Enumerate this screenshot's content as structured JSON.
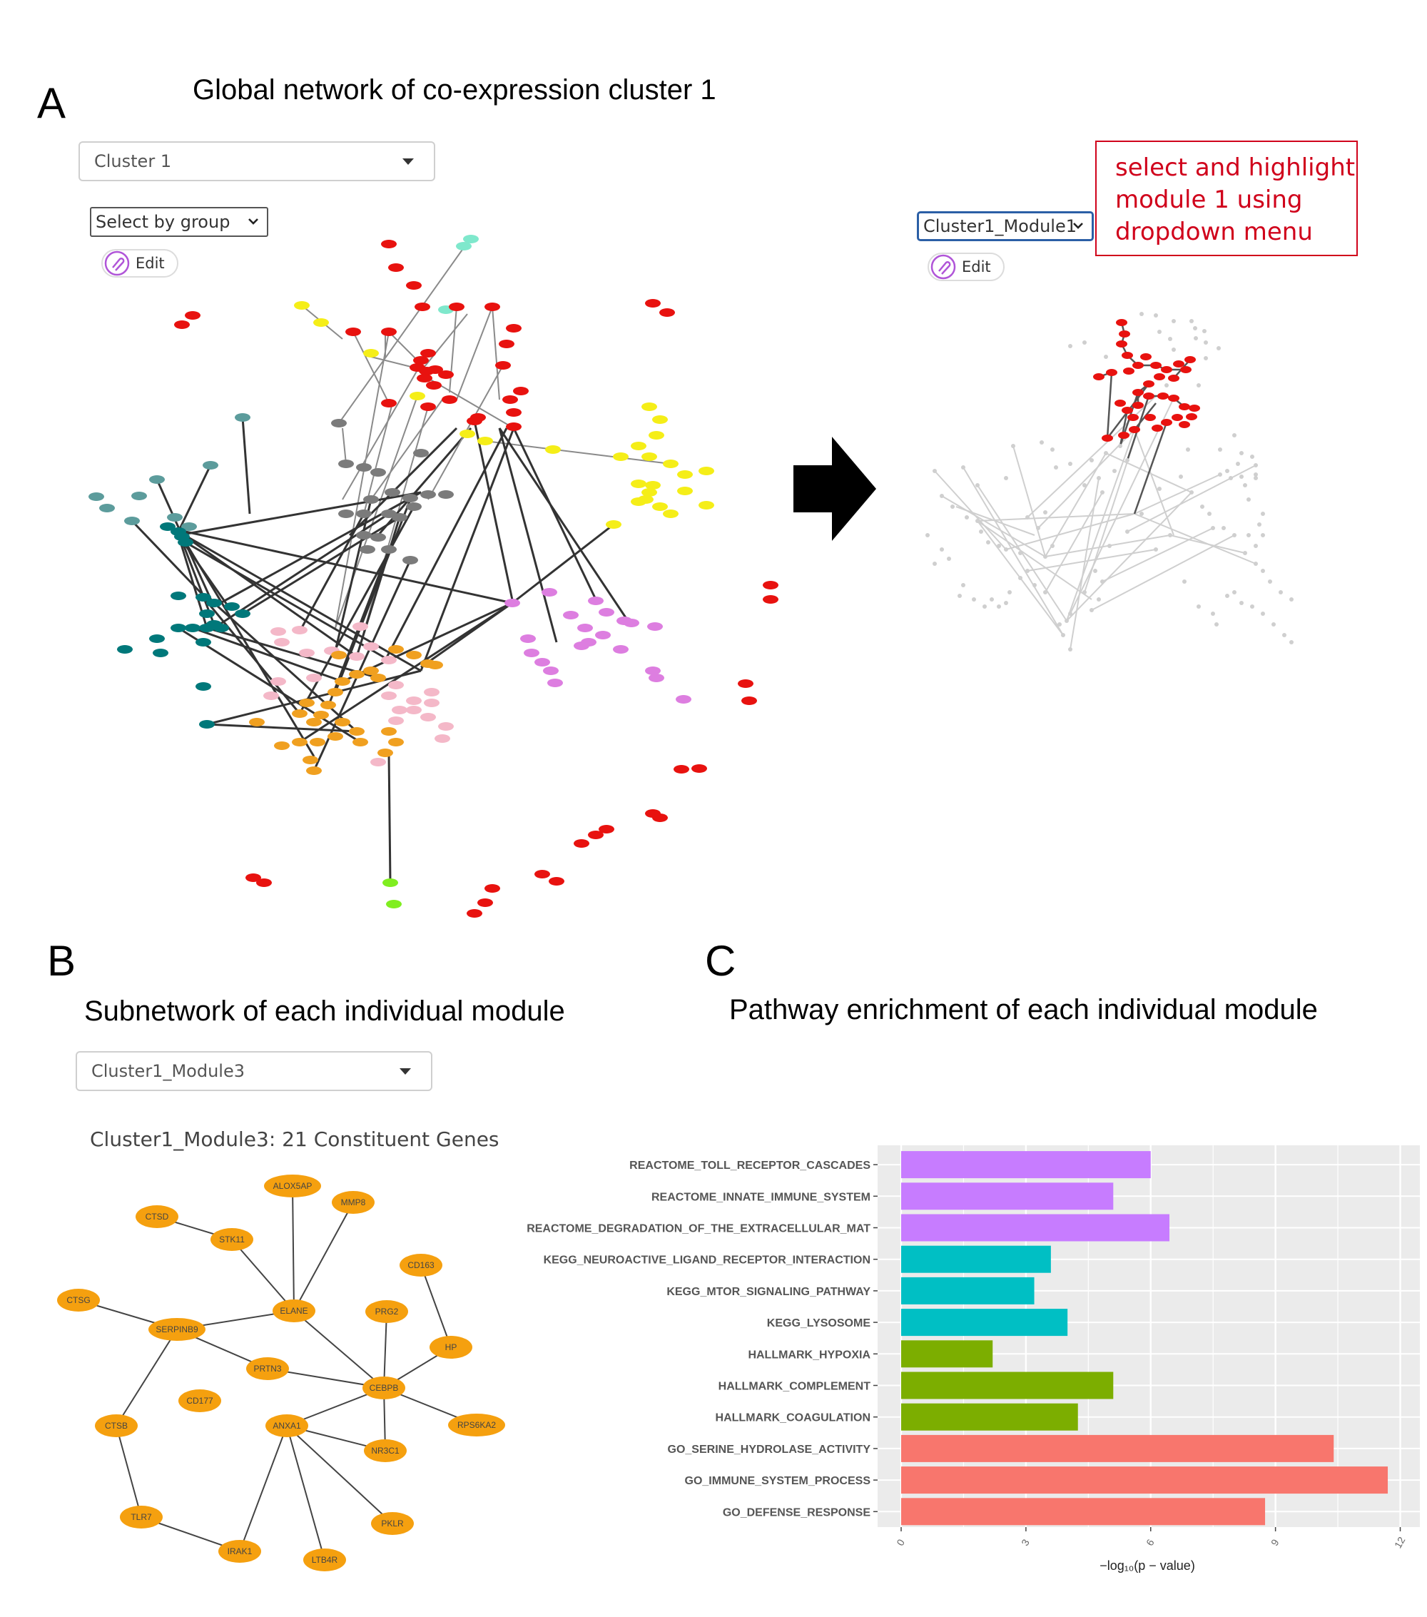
{
  "panel_a": {
    "letter": "A",
    "title": "Global network of co-expression cluster 1",
    "cluster_select": {
      "value": "Cluster 1"
    },
    "group_select": {
      "value": "Select by group"
    },
    "edit_label": "Edit",
    "module_select": {
      "value": "Cluster1_Module1"
    },
    "edit_label_right": "Edit",
    "callout_lines": [
      "select and highlight",
      "module 1 using",
      "dropdown menu"
    ],
    "arrow_icon": "right-arrow-icon",
    "highlight_color": "#e8120f"
  },
  "panel_b": {
    "letter": "B",
    "title": "Subnetwork of each individual module",
    "module_select": {
      "value": "Cluster1_Module3"
    },
    "genes_title": "Cluster1_Module3: 21 Constituent Genes",
    "node_color": "#f5a00f",
    "genes": [
      "ALOX5AP",
      "MMP8",
      "CTSD",
      "STK11",
      "CD163",
      "CTSG",
      "ELANE",
      "PRG2",
      "SERPINB9",
      "HP",
      "PRTN3",
      "CEBPB",
      "CD177",
      "CTSB",
      "ANXA1",
      "RPS6KA2",
      "NR3C1",
      "TLR7",
      "PKLR",
      "IRAK1",
      "LTB4R"
    ],
    "edges": [
      [
        "ALOX5AP",
        "ELANE"
      ],
      [
        "MMP8",
        "ELANE"
      ],
      [
        "CTSD",
        "STK11"
      ],
      [
        "STK11",
        "ELANE"
      ],
      [
        "CD163",
        "HP"
      ],
      [
        "CTSG",
        "SERPINB9"
      ],
      [
        "SERPINB9",
        "ELANE"
      ],
      [
        "SERPINB9",
        "PRTN3"
      ],
      [
        "SERPINB9",
        "CTSB"
      ],
      [
        "PRTN3",
        "CEBPB"
      ],
      [
        "ELANE",
        "CEBPB"
      ],
      [
        "PRG2",
        "CEBPB"
      ],
      [
        "HP",
        "CEBPB"
      ],
      [
        "CEBPB",
        "RPS6KA2"
      ],
      [
        "CEBPB",
        "NR3C1"
      ],
      [
        "CEBPB",
        "ANXA1"
      ],
      [
        "ANXA1",
        "NR3C1"
      ],
      [
        "ANXA1",
        "PKLR"
      ],
      [
        "ANXA1",
        "IRAK1"
      ],
      [
        "ANXA1",
        "LTB4R"
      ],
      [
        "CTSB",
        "TLR7"
      ],
      [
        "TLR7",
        "IRAK1"
      ]
    ]
  },
  "panel_c": {
    "letter": "C",
    "title": "Pathway enrichment of each individual module",
    "chart_data": {
      "type": "bar",
      "orientation": "horizontal",
      "categories": [
        "REACTOME_TOLL_RECEPTOR_CASCADES",
        "REACTOME_INNATE_IMMUNE_SYSTEM",
        "REACTOME_DEGRADATION_OF_THE_EXTRACELLULAR_MAT",
        "KEGG_NEUROACTIVE_LIGAND_RECEPTOR_INTERACTION",
        "KEGG_MTOR_SIGNALING_PATHWAY",
        "KEGG_LYSOSOME",
        "HALLMARK_HYPOXIA",
        "HALLMARK_COMPLEMENT",
        "HALLMARK_COAGULATION",
        "GO_SERINE_HYDROLASE_ACTIVITY",
        "GO_IMMUNE_SYSTEM_PROCESS",
        "GO_DEFENSE_RESPONSE"
      ],
      "values": [
        6.0,
        5.1,
        6.45,
        3.6,
        3.2,
        4.0,
        2.2,
        5.1,
        4.25,
        10.4,
        11.7,
        8.75
      ],
      "colors": [
        "#c77cff",
        "#c77cff",
        "#c77cff",
        "#00bfc4",
        "#00bfc4",
        "#00bfc4",
        "#7cae00",
        "#7cae00",
        "#7cae00",
        "#f8766d",
        "#f8766d",
        "#f8766d"
      ],
      "xlabel": "−log₁₀(p − value)",
      "ylabel": "",
      "xlim": [
        0,
        12.3
      ],
      "xticks": [
        "0",
        "3",
        "6",
        "9",
        "12"
      ],
      "grid": true
    }
  }
}
